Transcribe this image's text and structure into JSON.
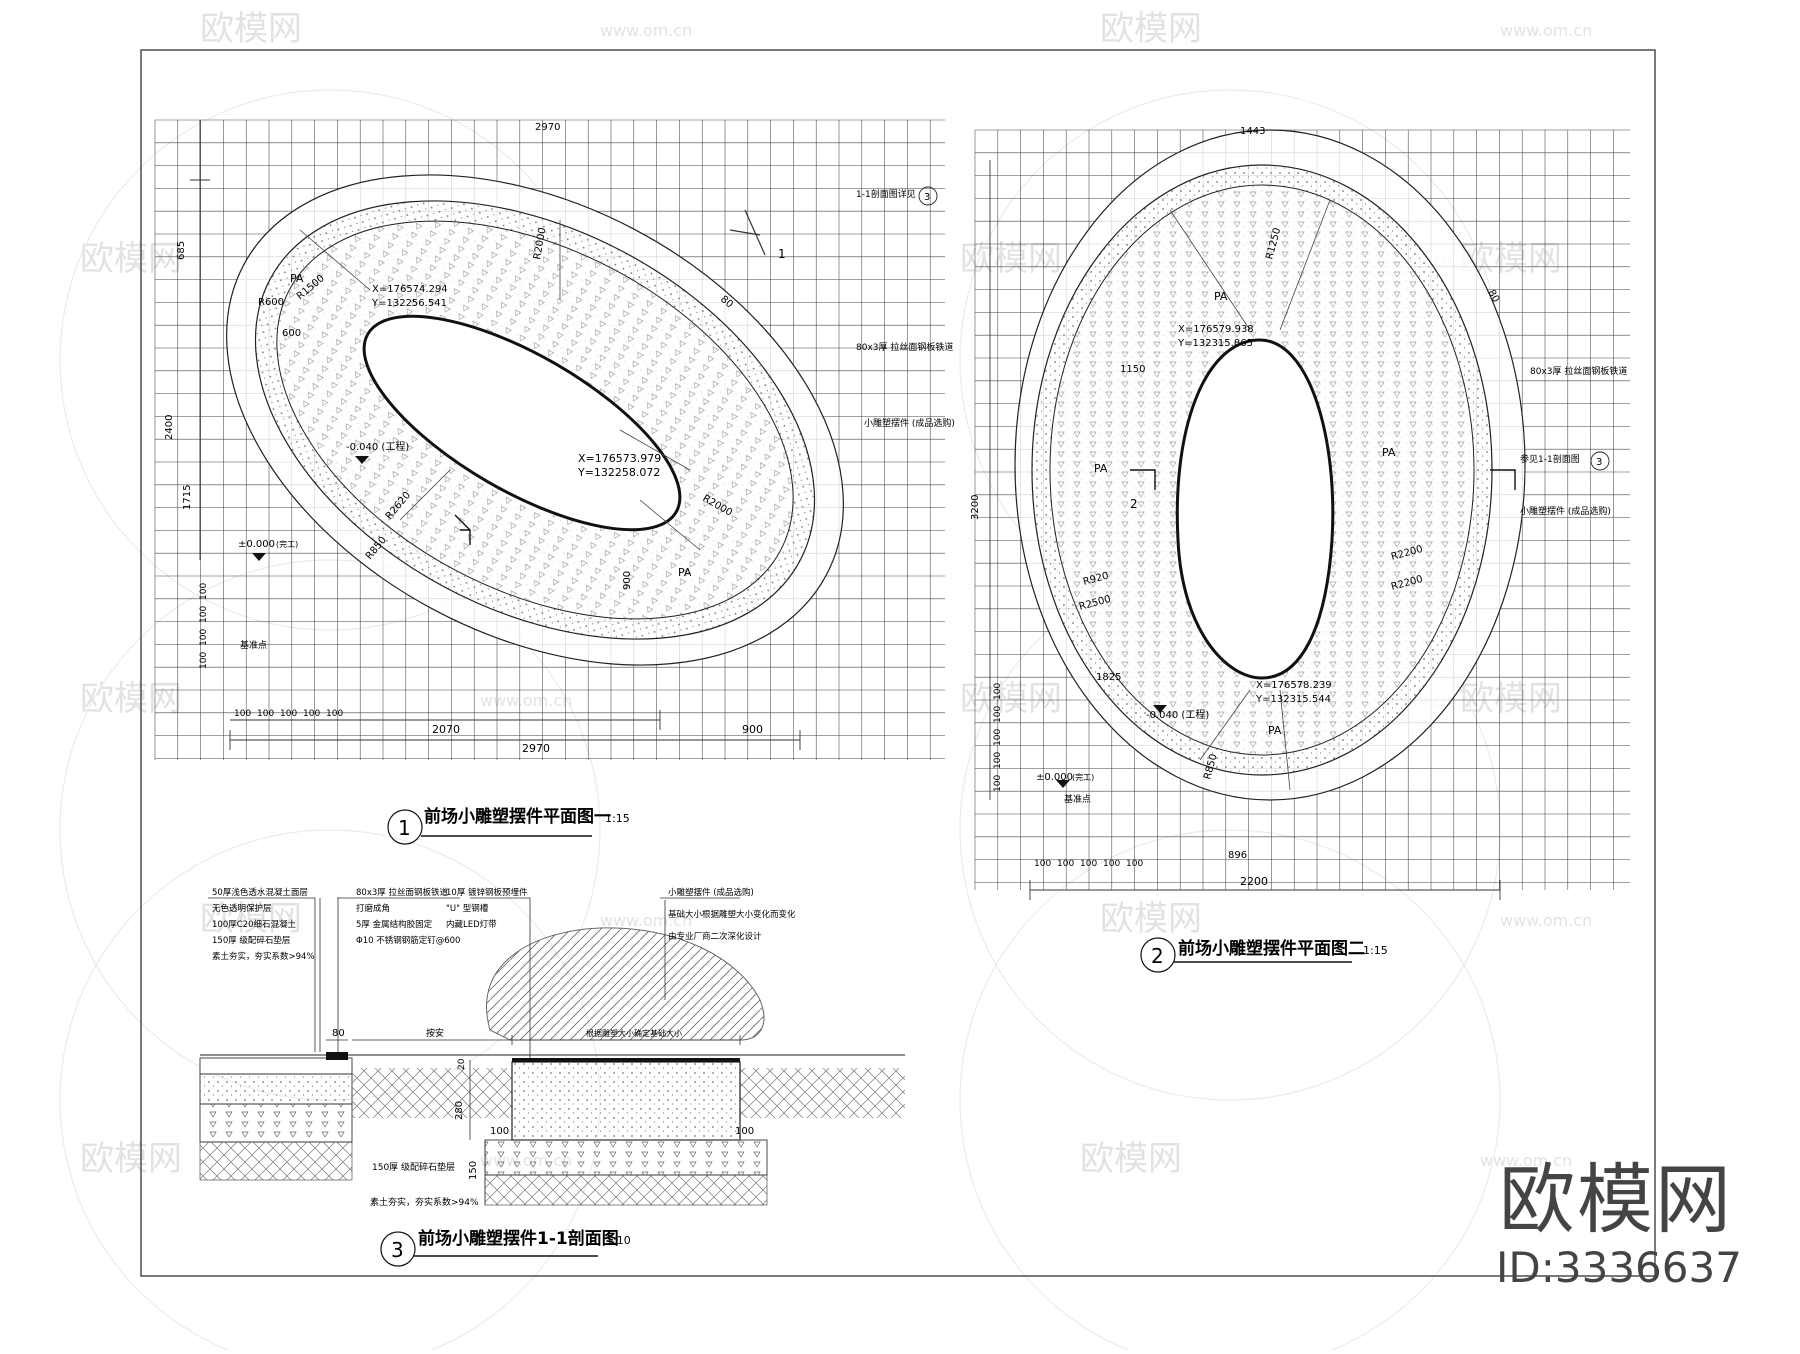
{
  "brand": {
    "name": "欧模网",
    "model_id": "ID:3336637"
  },
  "watermarks": {
    "logo": "欧模网",
    "url": "www.om.cn"
  },
  "plan1": {
    "title": "前场小雕塑摆件平面图一",
    "scale": "1:15",
    "number": "1",
    "labels": {
      "dim_top": "2970",
      "dim_r1": "R1500",
      "dim_r2": "R2000",
      "dim_r3": "R600",
      "dim_600": "600",
      "dim_685": "685",
      "dim_2400": "2400",
      "dim_1715": "1715",
      "dim_80": "80",
      "coord_a1": "X=176574.294",
      "coord_a2": "Y=132256.541",
      "coord_b1": "X=176573.979",
      "coord_b2": "Y=132258.072",
      "level_top": "-0.040 (工程)",
      "level_base": "±0.000",
      "level_base_note": "(完工)",
      "pa1": "PA",
      "pa2": "PA",
      "section_mark": "1",
      "note_section": "1-1剖面图详见",
      "note_band": "80x3厚 拉丝面钢板铁道",
      "note_sculpt": "小雕塑摆件 (成品选购)",
      "note_base": "基准点",
      "note_circle": "3",
      "dim_900v": "900",
      "dim_2070": "2070",
      "dim_900": "900",
      "dim_2970b": "2970",
      "grid100": "100",
      "r_850": "R850",
      "r_a": "R2620",
      "r_b": "R2000"
    }
  },
  "plan2": {
    "title": "前场小雕塑摆件平面图二",
    "scale": "1:15",
    "number": "2",
    "labels": {
      "dim_top": "1443",
      "dim_3200": "3200",
      "dim_1150": "1150",
      "dim_1825": "1825",
      "dim_2200": "2200",
      "dim_896": "896",
      "coord_a1": "X=176579.938",
      "coord_a2": "Y=132315.865",
      "coord_b1": "X=176578.239",
      "coord_b2": "Y=132315.544",
      "level_top": "-0.040 (工程)",
      "level_base": "±0.000",
      "level_base_note": "(完工)",
      "pa1": "PA",
      "pa2": "PA",
      "pa3": "PA",
      "pa4": "PA",
      "section_mark": "2",
      "note_band": "80x3厚 拉丝面钢板铁道",
      "note_section": "参见1-1剖面图",
      "note_sculpt": "小雕塑摆件 (成品选购)",
      "note_base": "基准点",
      "note_circle": "3",
      "r1": "R920",
      "r2": "R2500",
      "r3": "R2200",
      "r4": "R2200",
      "r5": "R1250",
      "r6": "R850",
      "dim_80": "80",
      "grid100": "100"
    }
  },
  "section": {
    "title": "前场小雕塑摆件1-1剖面图",
    "scale": "1:10",
    "number": "3",
    "notes_left": [
      "50厚浅色透水混凝土面层",
      "无色透明保护层",
      "100厚C20细石混凝土",
      "150厚 级配碎石垫层",
      "素土夯实，夯实系数>94%"
    ],
    "notes_mid": [
      "80x3厚 拉丝面钢板铁道",
      "打磨成角",
      "5厚 金属结构胶固定",
      "Φ10 不锈钢钢筋定钉@600"
    ],
    "notes_right": [
      "10厚 镀锌钢板预埋件",
      "\"U\" 型钢槽",
      "内藏LED灯带"
    ],
    "notes_sculpt": [
      "小雕塑摆件 (成品选购)",
      "基础大小根据雕塑大小变化而变化",
      "由专业厂商二次深化设计"
    ],
    "label_top": "根据雕塑大小确定基础大小",
    "label_finish": "按安",
    "dim_80": "80",
    "dim_20": "20",
    "dim_280": "280",
    "dim_100a": "100",
    "dim_100b": "100",
    "dim_150": "150",
    "note_gravel": "150厚 级配碎石垫层",
    "note_soil": "素土夯实，夯实系数>94%"
  }
}
